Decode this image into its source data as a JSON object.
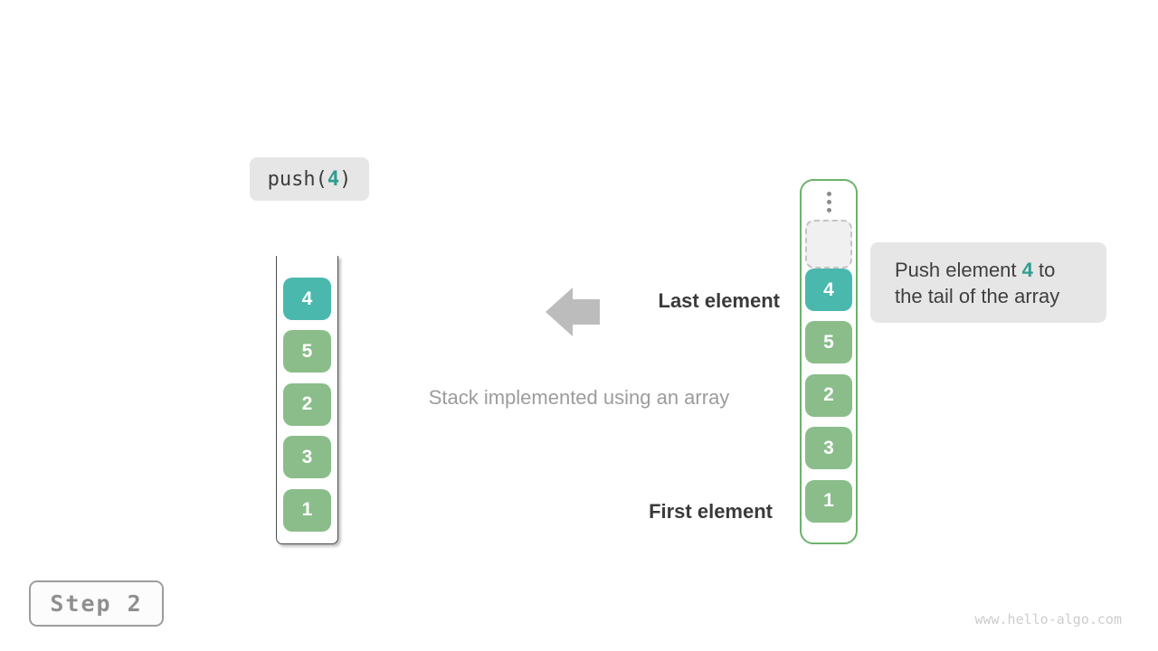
{
  "push_label": {
    "prefix": "push(",
    "value": "4",
    "suffix": ")"
  },
  "left_stack": {
    "values": [
      "4",
      "5",
      "2",
      "3",
      "1"
    ]
  },
  "right_array": {
    "values": [
      "4",
      "5",
      "2",
      "3",
      "1"
    ]
  },
  "labels": {
    "last_element": "Last element",
    "first_element": "First element",
    "caption": "Stack implemented using an array"
  },
  "callout": {
    "line1_before": "Push element ",
    "line1_value": "4",
    "line1_after": " to",
    "line2": "the tail of the array"
  },
  "step_badge": "Step 2",
  "watermark": "www.hello-algo.com",
  "colors": {
    "teal_box": "#4bb8ae",
    "green_box": "#8abd8a",
    "teal_text": "#2f9d8f",
    "container_green": "#6cb26c",
    "arrow_gray": "#bcbcbc",
    "label_dark": "#3a3a3a",
    "caption_gray": "#9c9c9c",
    "chip_bg": "#e6e6e6",
    "stack_border": "#4f4f4f",
    "step_gray": "#8f8f8f",
    "watermark_gray": "#cdcdcd",
    "dots_gray": "#8b8b8b",
    "slot_fill": "#f0f0f0",
    "slot_border": "#c4c4c4"
  }
}
